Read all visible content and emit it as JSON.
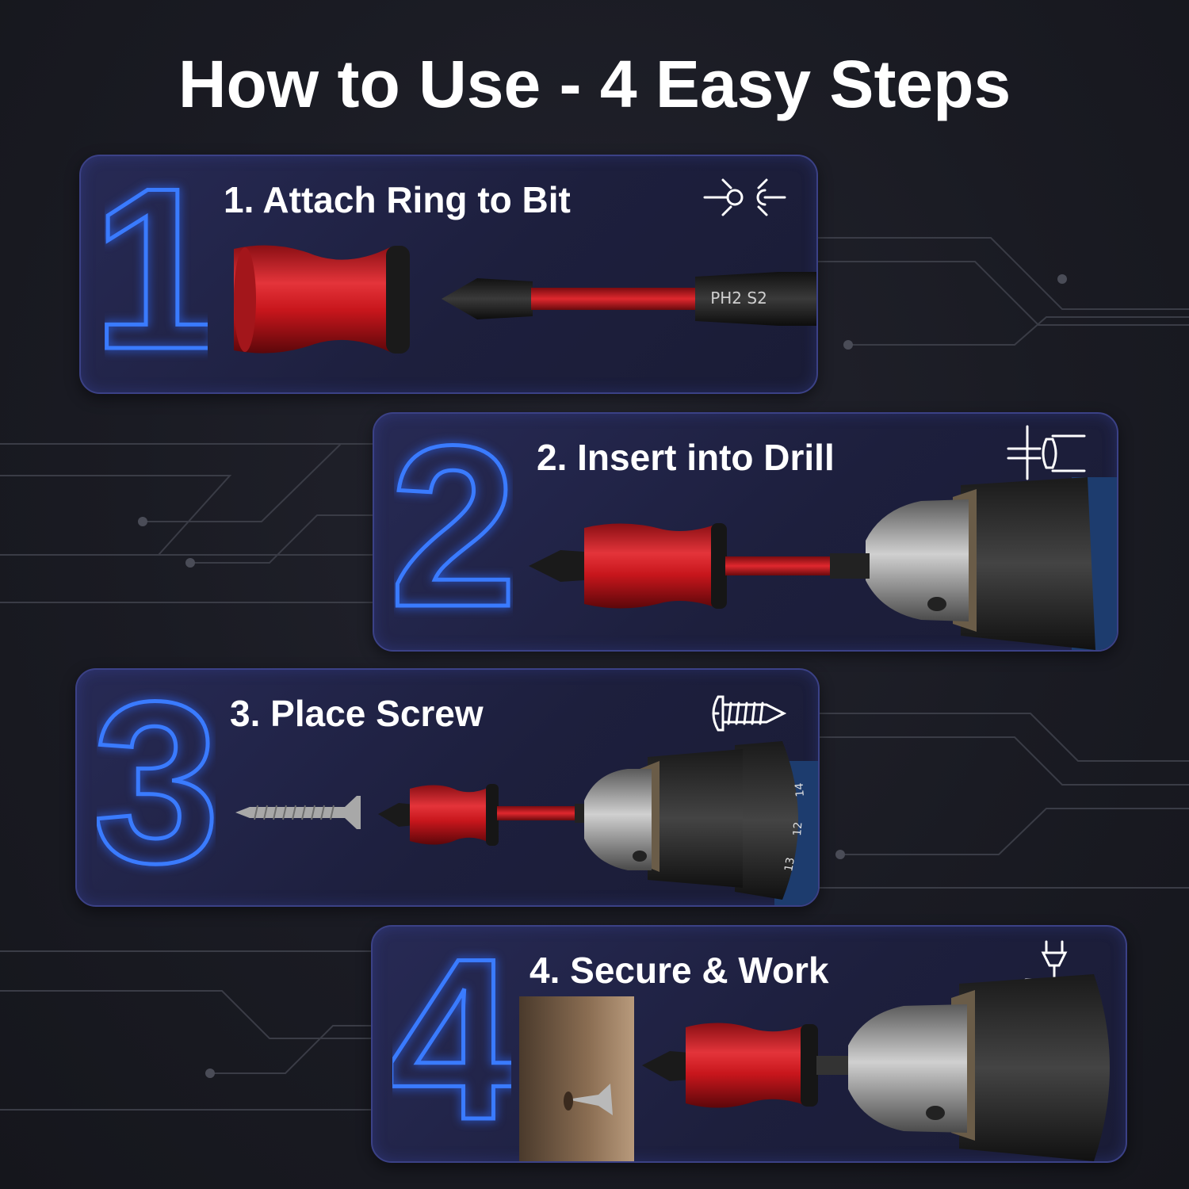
{
  "heading": "How to Use - 4 Easy Steps",
  "colors": {
    "background": "#1a1b23",
    "card": "#22254a",
    "card_border": "#3b4186",
    "numeral_outline": "#3a7bff",
    "accent_red": "#d8232a",
    "text": "#ffffff"
  },
  "steps": [
    {
      "numeral": "1",
      "title": "1. Attach Ring to Bit",
      "icon": "magnet-attract-icon",
      "bit_label": "PH2 S2"
    },
    {
      "numeral": "2",
      "title": "2. Insert into Drill",
      "icon": "insert-shaft-icon"
    },
    {
      "numeral": "3",
      "title": "3. Place Screw",
      "icon": "screw-icon",
      "chuck_scale": [
        "13",
        "12",
        "14"
      ]
    },
    {
      "numeral": "4",
      "title": "4. Secure & Work",
      "icon": "drilling-icon"
    }
  ]
}
